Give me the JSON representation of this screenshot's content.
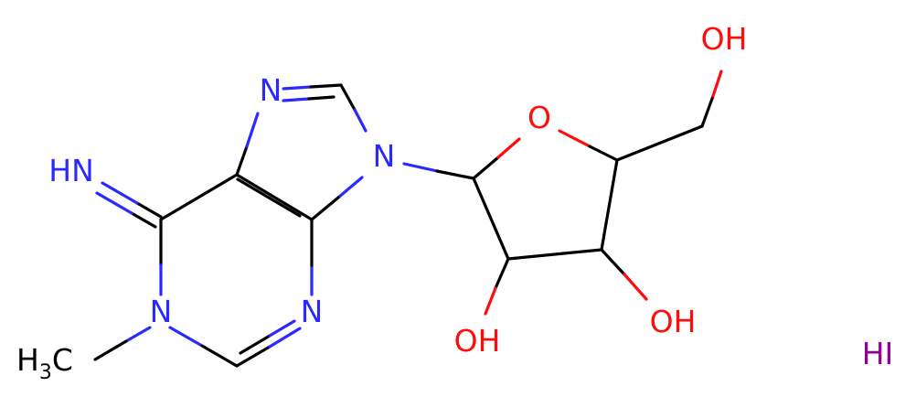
{
  "colors": {
    "carbon_bond": "#000000",
    "nitrogen": "#2a2aff",
    "oxygen": "#ff0d0d",
    "iodine": "#940094"
  },
  "atoms": {
    "n_imidazole_top": "N",
    "n9": "N",
    "n_pyrimidine_bottom": "N",
    "n1": "N",
    "imine": "HN",
    "methyl_h": "H",
    "methyl_sub": "3",
    "methyl_c": "C",
    "ring_oxygen": "O",
    "oh_top": "OH",
    "oh_left": "OH",
    "oh_right": "OH",
    "counter_ion": "HI"
  }
}
